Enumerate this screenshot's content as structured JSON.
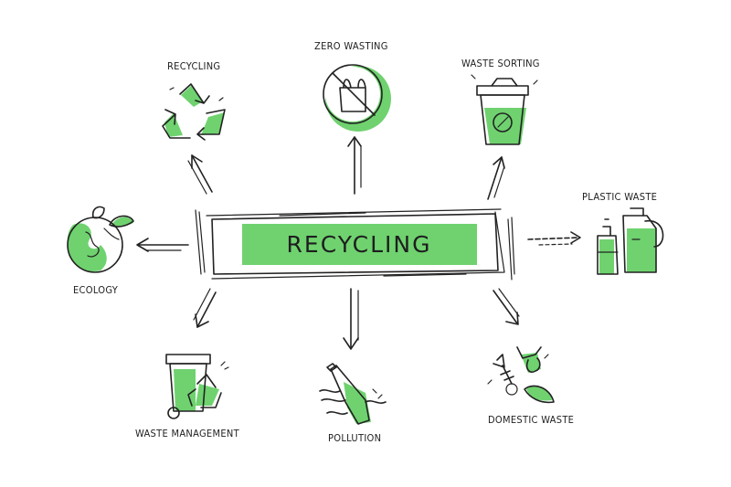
{
  "center": {
    "title": "RECYCLING"
  },
  "nodes": [
    {
      "id": "recycling",
      "label": "RECYCLING",
      "icon": "recycle-arrows-icon"
    },
    {
      "id": "zero-wasting",
      "label": "ZERO WASTING",
      "icon": "no-plastic-bag-icon"
    },
    {
      "id": "waste-sorting",
      "label": "WASTE SORTING",
      "icon": "sorting-bin-icon"
    },
    {
      "id": "plastic-waste",
      "label": "PLASTIC WASTE",
      "icon": "plastic-bottles-icon"
    },
    {
      "id": "ecology",
      "label": "ECOLOGY",
      "icon": "earth-leaf-icon"
    },
    {
      "id": "waste-management",
      "label": "WASTE MANAGEMENT",
      "icon": "wheelie-bin-icon"
    },
    {
      "id": "pollution",
      "label": "POLLUTION",
      "icon": "bottle-in-water-icon"
    },
    {
      "id": "domestic-waste",
      "label": "DOMESTIC WASTE",
      "icon": "food-scraps-icon"
    }
  ],
  "colors": {
    "accent": "#6fd26f",
    "ink": "#222222",
    "background": "#ffffff"
  }
}
